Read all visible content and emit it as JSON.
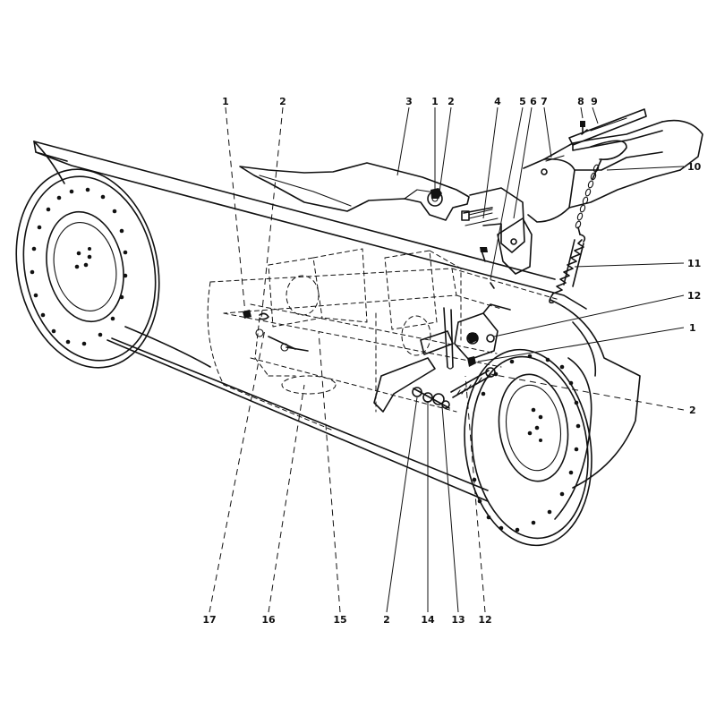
{
  "callouts": {
    "c1_top_left": "1",
    "c2_top_left": "2",
    "c3": "3",
    "c1_top_mid": "1",
    "c2_top_mid": "2",
    "c4": "4",
    "c5": "5",
    "c6": "6",
    "c7": "7",
    "c8": "8",
    "c9": "9",
    "c10": "10",
    "c11": "11",
    "c12_right": "12",
    "c1_right": "1",
    "c2_right": "2",
    "c17": "17",
    "c16": "16",
    "c15": "15",
    "c2_bottom": "2",
    "c14": "14",
    "c13": "13",
    "c12_bottom": "12"
  }
}
